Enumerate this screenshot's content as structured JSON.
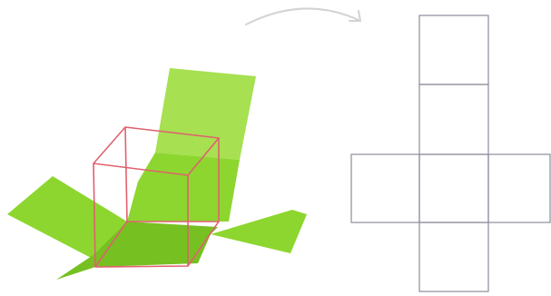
{
  "figure": {
    "left_panel": {
      "face_color": "#8dd62f",
      "face_color_light": "#a7e051",
      "face_color_dark": "#76c021",
      "edge_color": "#e0616e"
    },
    "arrow": {
      "color": "#d3d3d3",
      "direction": "left-to-right"
    },
    "net": {
      "line_color": "#8c8c9c",
      "layout": "cross",
      "squares": 6
    }
  }
}
